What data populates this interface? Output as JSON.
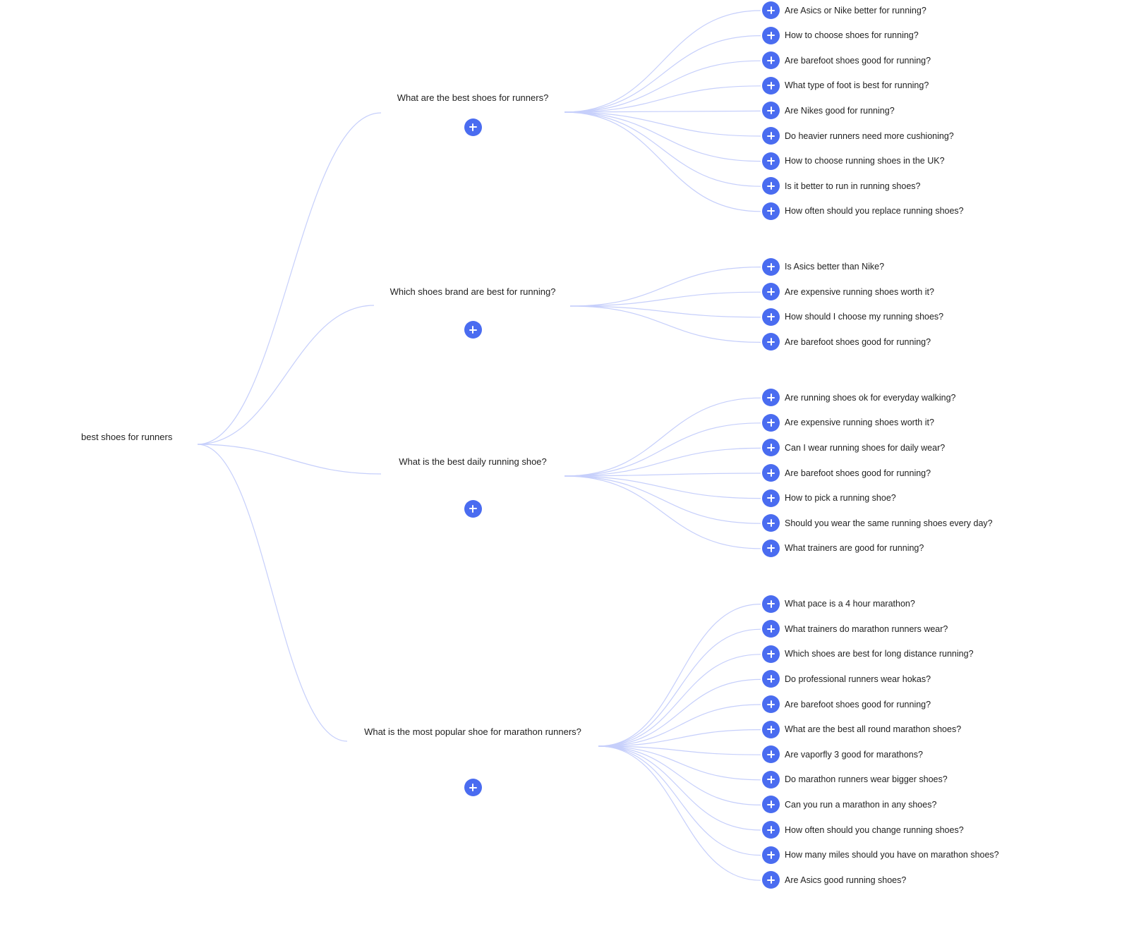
{
  "root": {
    "label": "best shoes for runners"
  },
  "groups": [
    {
      "label": "What are the best shoes for runners?",
      "children": [
        "Are Asics or Nike better for running?",
        "How to choose shoes for running?",
        "Are barefoot shoes good for running?",
        "What type of foot is best for running?",
        "Are Nikes good for running?",
        "Do heavier runners need more cushioning?",
        "How to choose running shoes in the UK?",
        "Is it better to run in running shoes?",
        "How often should you replace running shoes?"
      ]
    },
    {
      "label": "Which shoes brand are best for running?",
      "children": [
        "Is Asics better than Nike?",
        "Are expensive running shoes worth it?",
        "How should I choose my running shoes?",
        "Are barefoot shoes good for running?"
      ]
    },
    {
      "label": "What is the best daily running shoe?",
      "children": [
        "Are running shoes ok for everyday walking?",
        "Are expensive running shoes worth it?",
        "Can I wear running shoes for daily wear?",
        "Are barefoot shoes good for running?",
        "How to pick a running shoe?",
        "Should you wear the same running shoes every day?",
        "What trainers are good for running?"
      ]
    },
    {
      "label": "What is the most popular shoe for marathon runners?",
      "children": [
        "What pace is a 4 hour marathon?",
        "What trainers do marathon runners wear?",
        "Which shoes are best for long distance running?",
        "Do professional runners wear hokas?",
        "Are barefoot shoes good for running?",
        "What are the best all round marathon shoes?",
        "Are vaporfly 3 good for marathons?",
        "Do marathon runners wear bigger shoes?",
        "Can you run a marathon in any shoes?",
        "How often should you change running shoes?",
        "How many miles should you have on marathon shoes?",
        "Are Asics good running shoes?"
      ]
    }
  ],
  "colors": {
    "link": "#c6cffb",
    "button": "#4a6cf0",
    "button_icon": "#ffffff",
    "text": "#1f1f1f"
  },
  "icons": {
    "expand": "plus-icon"
  }
}
